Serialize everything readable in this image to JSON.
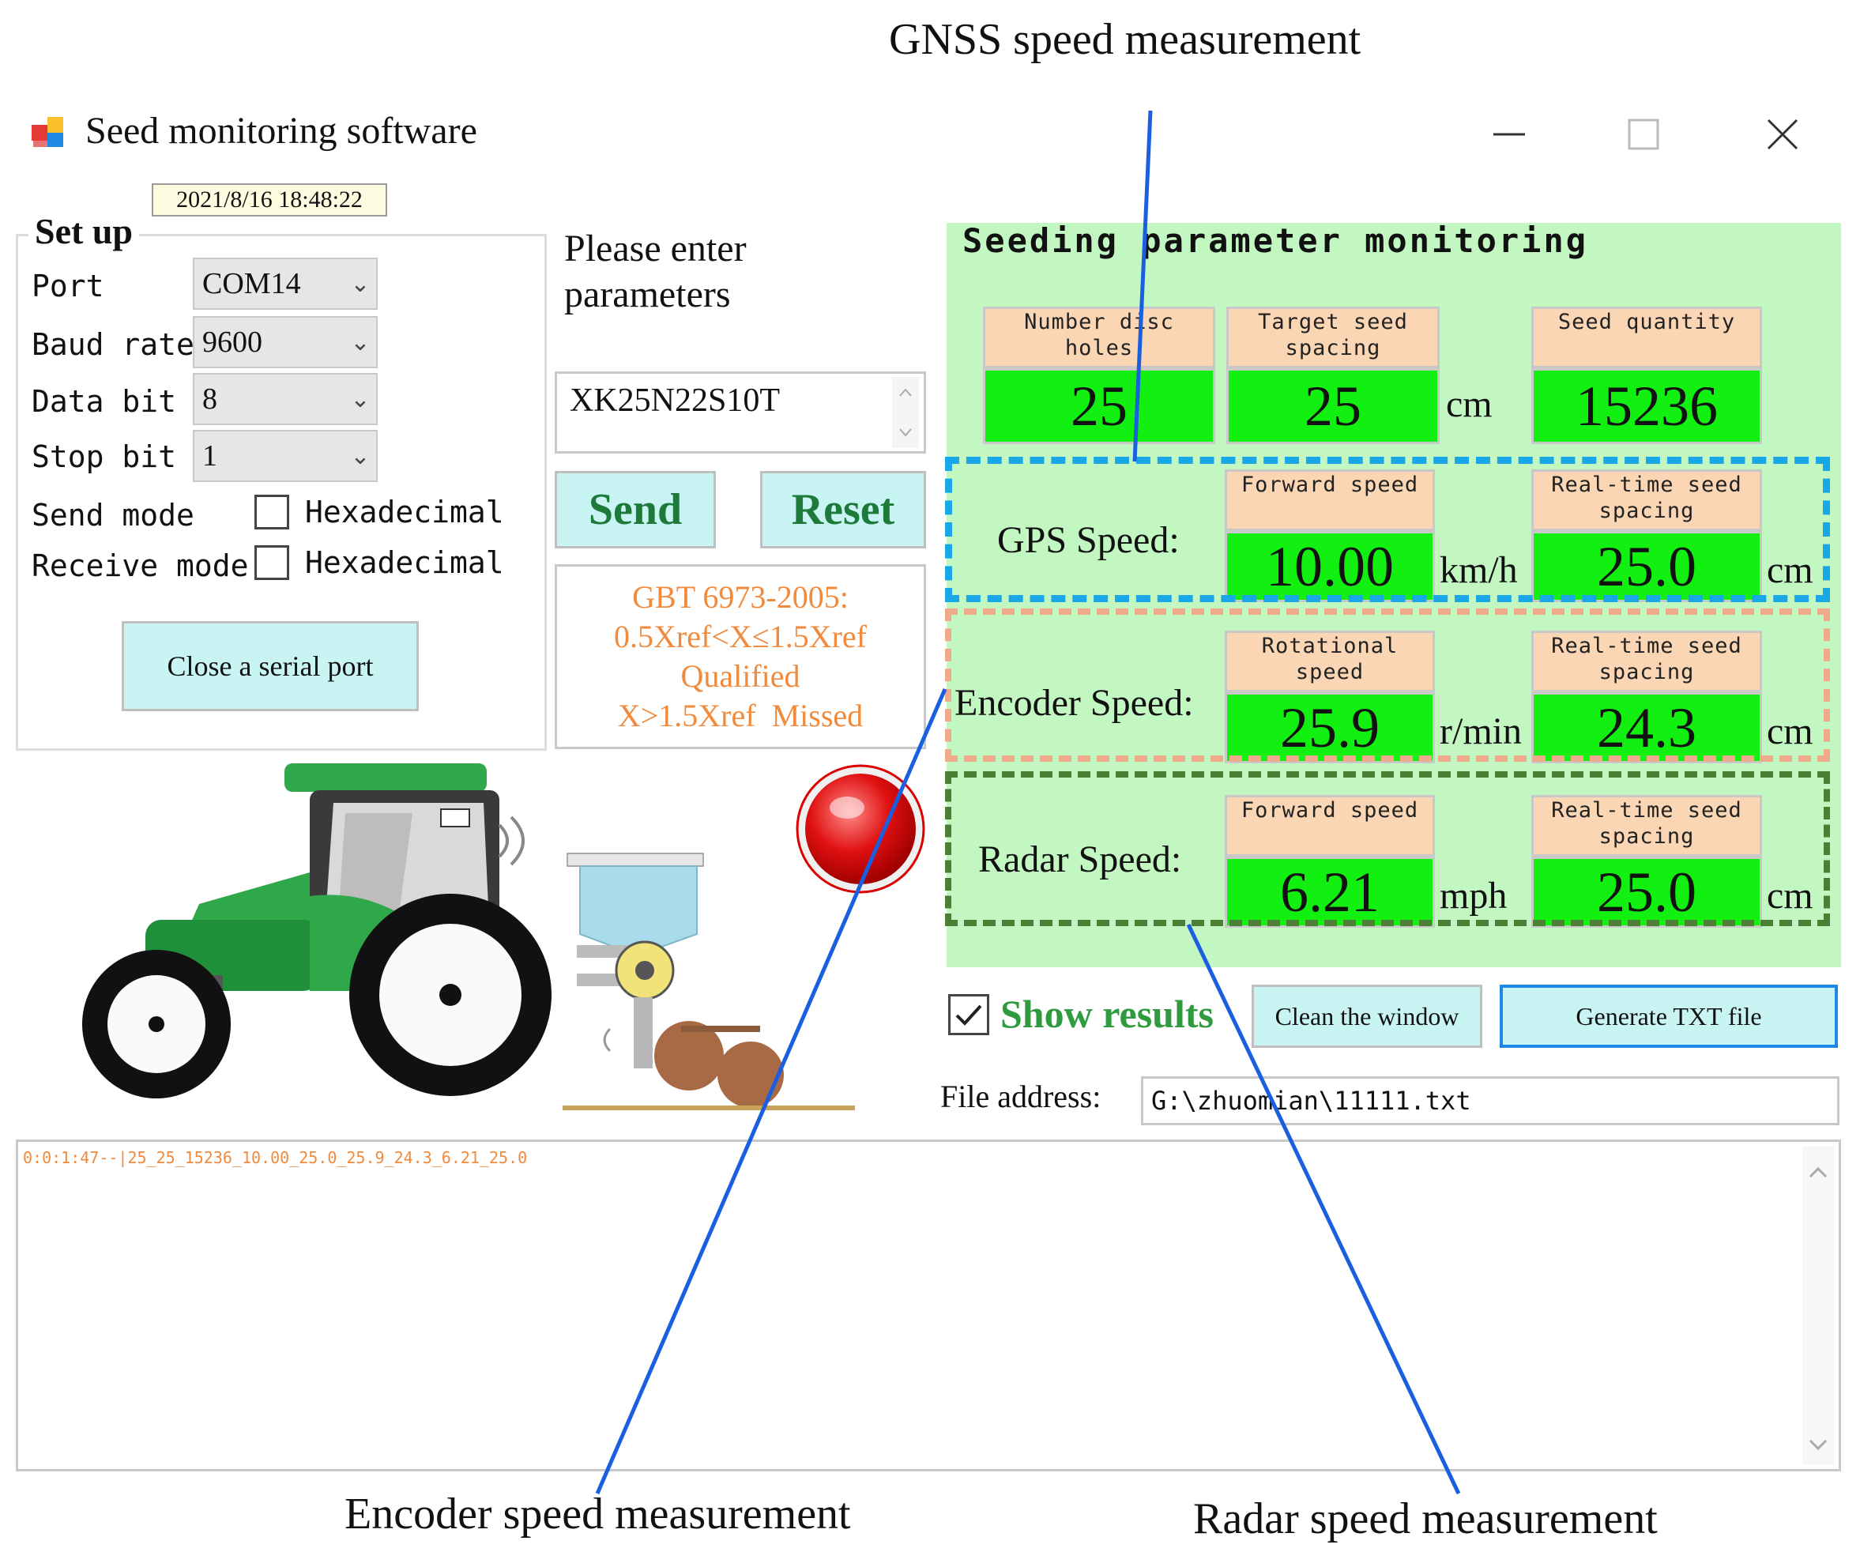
{
  "window": {
    "title": "Seed monitoring software",
    "timestamp": "2021/8/16 18:48:22"
  },
  "setup": {
    "title": "Set up",
    "port_label": "Port",
    "port_value": "COM14",
    "baud_label": "Baud rate",
    "baud_value": "9600",
    "databit_label": "Data bit",
    "databit_value": "8",
    "stopbit_label": "Stop bit",
    "stopbit_value": "1",
    "sendmode_label": "Send mode",
    "sendmode_option": "Hexadecimal",
    "receivemode_label": "Receive mode",
    "receivemode_option": "Hexadecimal",
    "close_port_label": "Close a serial port"
  },
  "params": {
    "prompt": "Please enter parameters",
    "input_value": "XK25N22S10T",
    "send_label": "Send",
    "reset_label": "Reset",
    "standard_lines": [
      "GBT 6973-2005:",
      "0.5Xref<X≤1.5Xref",
      "Qualified",
      "X>1.5Xref  Missed"
    ]
  },
  "monitor": {
    "title": "Seeding parameter monitoring",
    "disc_holes_header": "Number disc holes",
    "disc_holes_value": "25",
    "target_spacing_header": "Target seed spacing",
    "target_spacing_value": "25",
    "target_spacing_unit": "cm",
    "seed_qty_header": "Seed quantity",
    "seed_qty_value": "15236",
    "gps": {
      "label": "GPS Speed:",
      "speed_header": "Forward speed",
      "speed_value": "10.00",
      "speed_unit": "km/h",
      "spacing_header": "Real-time seed spacing",
      "spacing_value": "25.0",
      "spacing_unit": "cm"
    },
    "encoder": {
      "label": "Encoder Speed:",
      "speed_header": "Rotational speed",
      "speed_value": "25.9",
      "speed_unit": "r/min",
      "spacing_header": "Real-time seed spacing",
      "spacing_value": "24.3",
      "spacing_unit": "cm"
    },
    "radar": {
      "label": "Radar Speed:",
      "speed_header": "Forward speed",
      "speed_value": "6.21",
      "speed_unit": "mph",
      "spacing_header": "Real-time seed spacing",
      "spacing_value": "25.0",
      "spacing_unit": "cm"
    }
  },
  "results": {
    "show_label": "Show results",
    "show_checked": true,
    "clean_label": "Clean the window",
    "generate_label": "Generate TXT file",
    "file_address_label": "File address:",
    "file_address_value": "G:\\zhuomian\\11111.txt"
  },
  "log": {
    "line": "0:0:1:47--|25_25_15236_10.00_25.0_25.9_24.3_6.21_25.0"
  },
  "callouts": {
    "gnss": "GNSS speed measurement",
    "encoder": "Encoder speed measurement",
    "radar": "Radar speed measurement"
  },
  "colors": {
    "panel_green": "#c2f7c2",
    "value_green": "#12f012",
    "header_peach": "#fbd6b4",
    "button_cyan": "#c8f4f4",
    "gps_box": "#1aa7e8",
    "encoder_box": "#f0a98a",
    "radar_box": "#4b7f33",
    "callout_line": "#1a5fe0",
    "standard_text": "#f08a3c",
    "status_light": "#e01010"
  },
  "icons": [
    "app-icon",
    "minimize-icon",
    "maximize-icon",
    "close-icon",
    "chevron-down-icon",
    "checkmark-icon",
    "scroll-up-icon",
    "scroll-down-icon",
    "status-light-icon",
    "tractor-illustration",
    "seeder-illustration"
  ]
}
